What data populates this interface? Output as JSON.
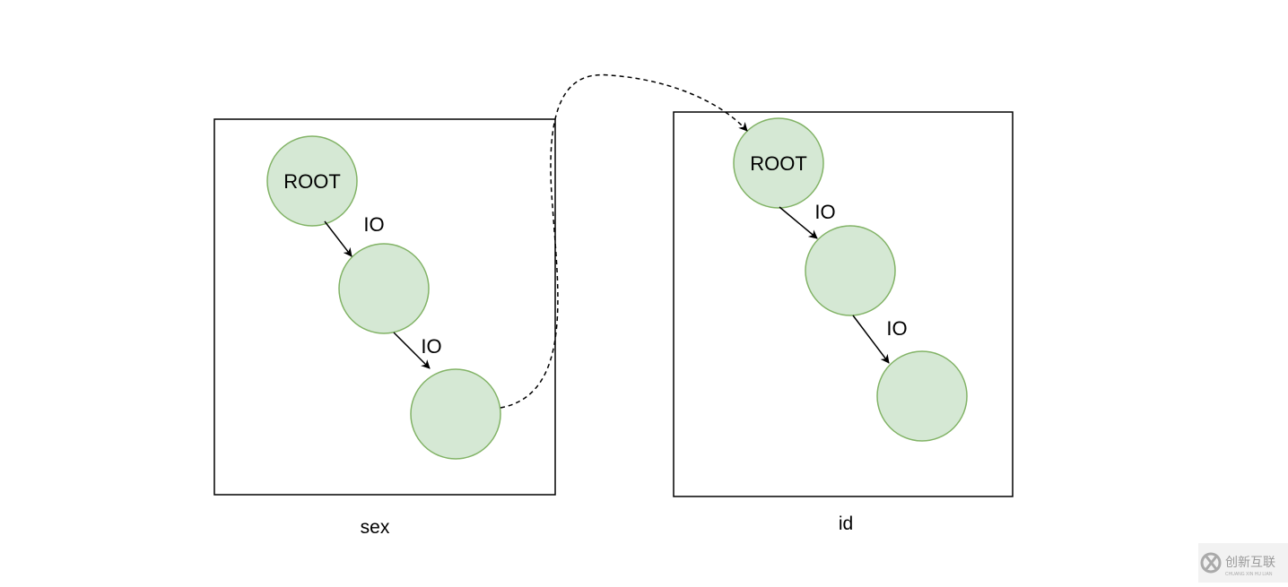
{
  "groups": [
    {
      "label": "sex",
      "nodes": [
        "ROOT",
        "",
        ""
      ],
      "edges": [
        "IO",
        "IO"
      ]
    },
    {
      "label": "id",
      "nodes": [
        "ROOT",
        "",
        ""
      ],
      "edges": [
        "IO",
        "IO"
      ]
    }
  ],
  "colors": {
    "node_fill": "#d5e8d4",
    "node_stroke": "#82b366",
    "line": "#000000"
  },
  "watermark": {
    "title": "创新互联",
    "subtitle": "CHUANG XIN HU LIAN"
  }
}
